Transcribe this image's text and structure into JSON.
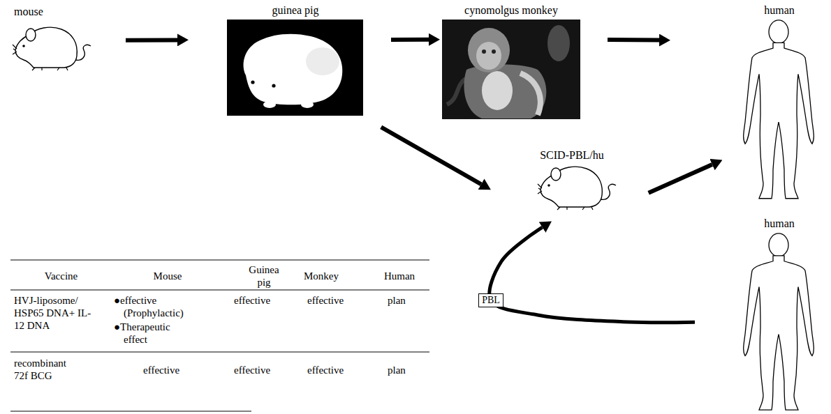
{
  "diagram": {
    "nodes": [
      {
        "text": [
          "mouse"
        ]
      },
      {
        "text": [
          "guinea pig"
        ]
      },
      {
        "text": [
          "cynomolgus monkey"
        ]
      },
      {
        "text": [
          "human"
        ]
      },
      {
        "text": [
          "SCID-PBL/hu"
        ]
      },
      {
        "text": [
          "human"
        ]
      }
    ],
    "edges": [
      {
        "from": 0,
        "to": 1,
        "arrow": "to"
      },
      {
        "from": 1,
        "to": 2,
        "arrow": "to"
      },
      {
        "from": 2,
        "to": 3,
        "arrow": "to"
      },
      {
        "from": 1,
        "to": 4,
        "arrow": "to"
      },
      {
        "from": 4,
        "to": 3,
        "arrow": "to"
      },
      {
        "from": 5,
        "to": 4,
        "label": "PBL",
        "arrow": "to"
      }
    ],
    "labels": [
      "Vaccine",
      "Mouse",
      "Guinea pig",
      "Monkey",
      "Human",
      "HVJ-liposome/ HSP65 DNA+ IL-12 DNA",
      "●effective (Prophylactic)",
      "●Therapeutic effect",
      "effective",
      "effective",
      "plan",
      "recombinant 72f BCG",
      "effective",
      "effective",
      "effective",
      "plan"
    ]
  }
}
